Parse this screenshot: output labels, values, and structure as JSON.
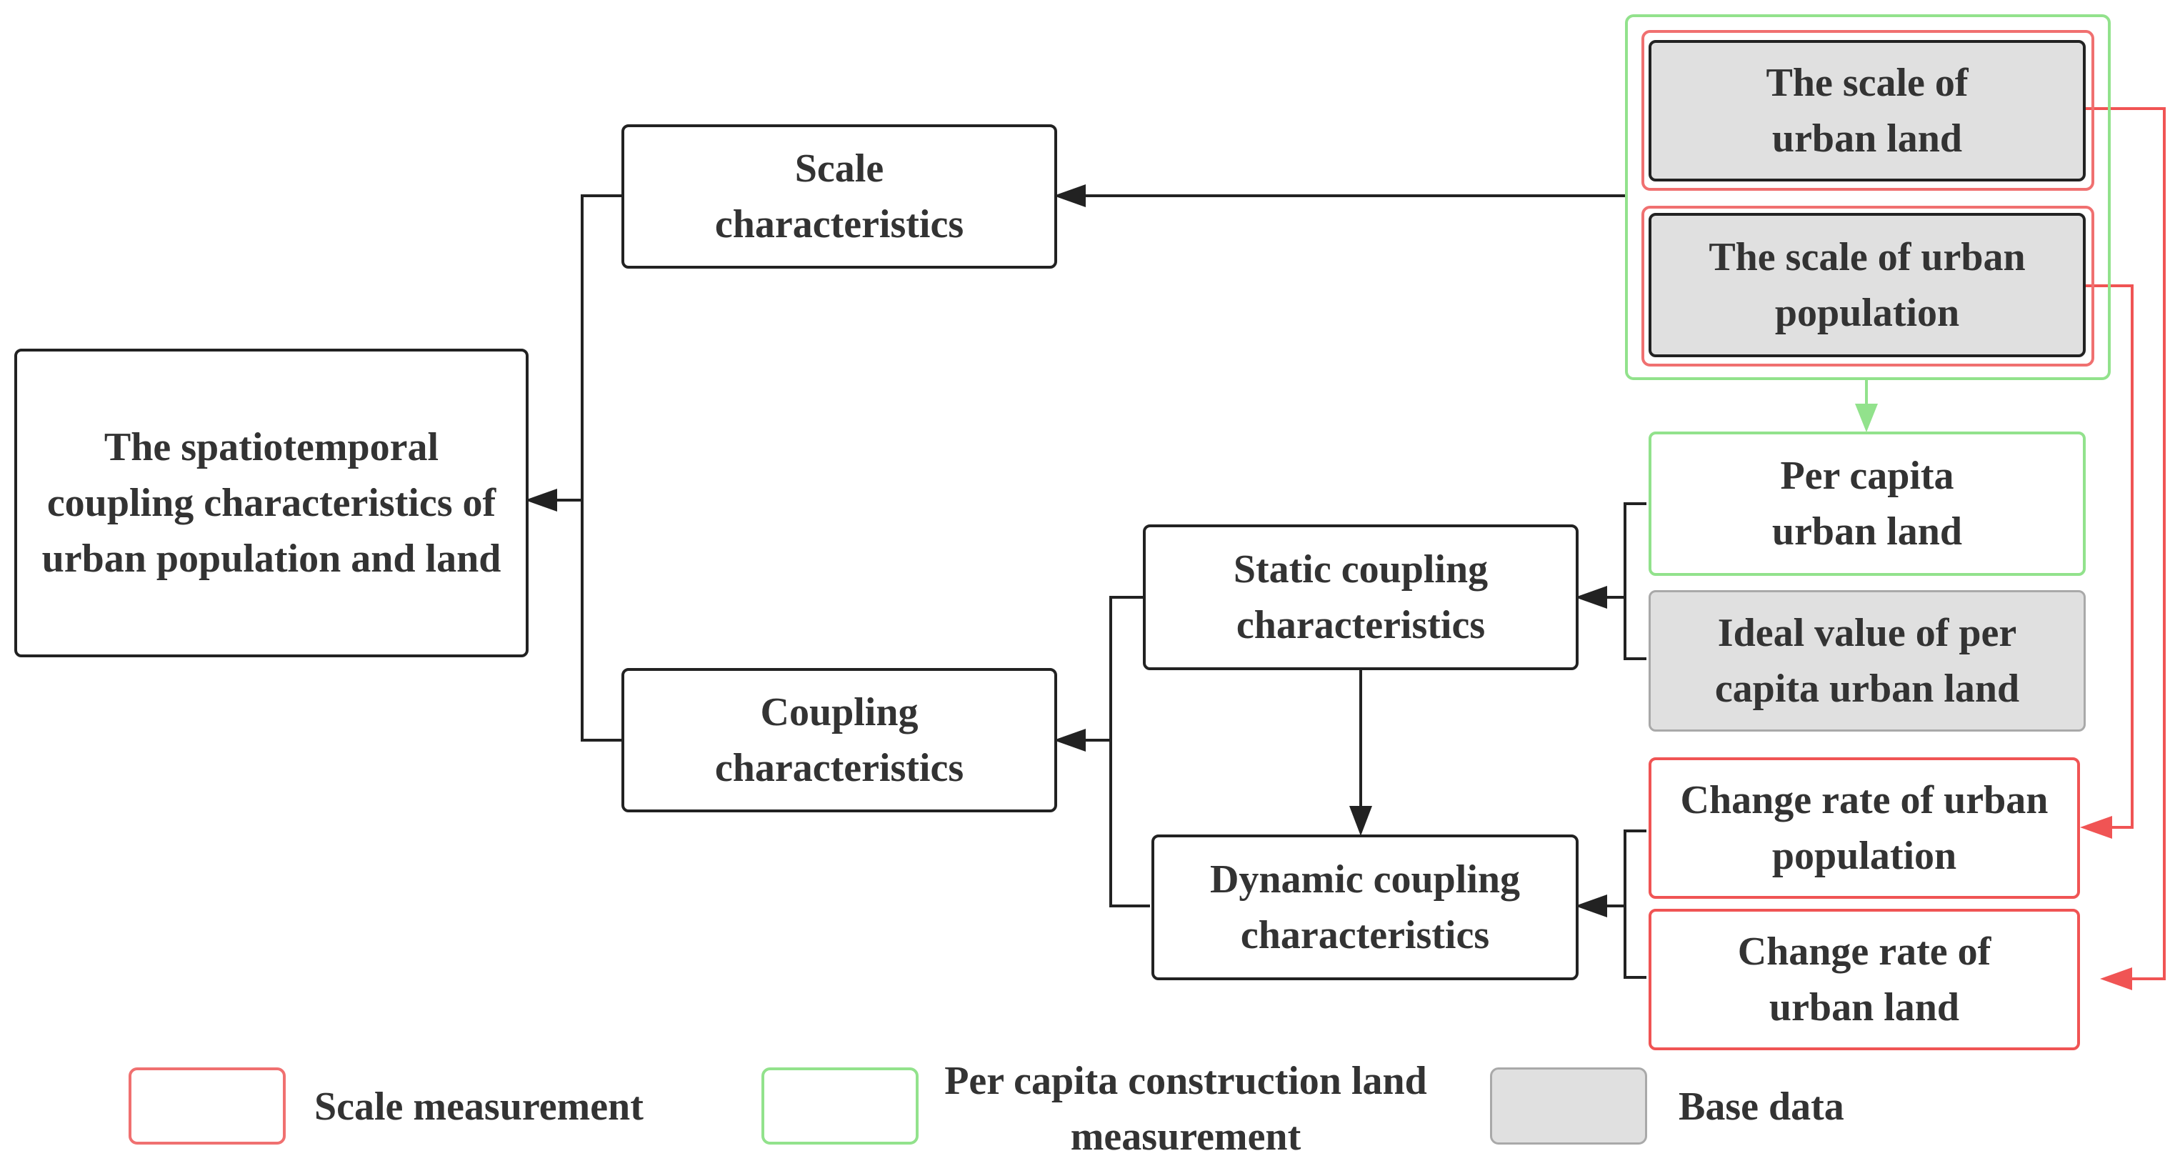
{
  "nodes": {
    "root": "The spatiotemporal coupling characteristics of urban population and land",
    "scale_characteristics": "Scale characteristics",
    "coupling_characteristics": "Coupling characteristics",
    "static_coupling": "Static coupling characteristics",
    "dynamic_coupling": "Dynamic coupling characteristics",
    "scale_urban_land": "The scale of urban land",
    "scale_urban_population": "The scale of urban population",
    "per_capita_urban_land": "Per capita urban land",
    "ideal_per_capita": "Ideal value of per capita urban land",
    "change_rate_population": "Change rate of urban population",
    "change_rate_land": "Change rate of urban land"
  },
  "legend": {
    "scale_measurement": "Scale measurement",
    "per_capita_measurement": "Per capita construction land measurement",
    "base_data": "Base data"
  },
  "colors": {
    "red": "#f05454",
    "green": "#92e28c",
    "gray": "#e0e0e0",
    "dark": "#222222"
  }
}
